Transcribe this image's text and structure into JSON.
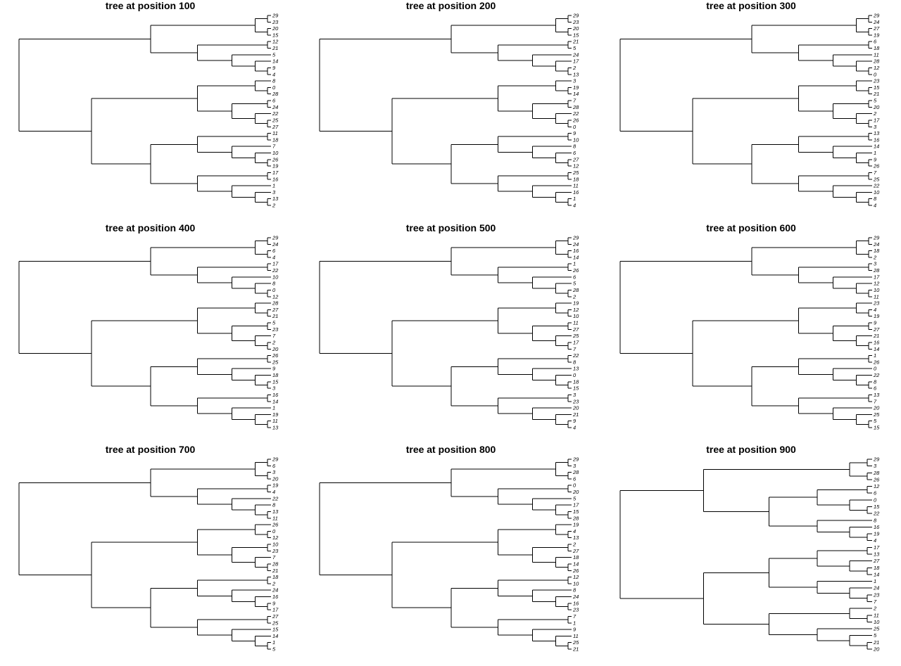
{
  "panels": [
    {
      "title": "tree at position  100",
      "tips": [
        "29",
        "23",
        "20",
        "15",
        "12",
        "21",
        "5",
        "14",
        "9",
        "4",
        "8",
        "0",
        "28",
        "6",
        "24",
        "22",
        "25",
        "27",
        "11",
        "18",
        "7",
        "10",
        "26",
        "19",
        "17",
        "16",
        "1",
        "3",
        "13",
        "2"
      ]
    },
    {
      "title": "tree at position  200",
      "tips": [
        "29",
        "23",
        "20",
        "15",
        "21",
        "5",
        "24",
        "17",
        "2",
        "13",
        "3",
        "19",
        "14",
        "7",
        "28",
        "22",
        "26",
        "0",
        "9",
        "10",
        "8",
        "6",
        "27",
        "12",
        "25",
        "18",
        "11",
        "16",
        "1",
        "4"
      ]
    },
    {
      "title": "tree at position  300",
      "tips": [
        "29",
        "24",
        "27",
        "19",
        "6",
        "18",
        "11",
        "28",
        "12",
        "0",
        "23",
        "15",
        "21",
        "5",
        "20",
        "2",
        "17",
        "3",
        "13",
        "16",
        "14",
        "1",
        "9",
        "26",
        "7",
        "25",
        "22",
        "10",
        "8",
        "4"
      ]
    },
    {
      "title": "tree at position  400",
      "tips": [
        "29",
        "24",
        "6",
        "4",
        "17",
        "22",
        "10",
        "8",
        "0",
        "12",
        "28",
        "27",
        "21",
        "5",
        "23",
        "7",
        "2",
        "20",
        "26",
        "25",
        "9",
        "18",
        "15",
        "3",
        "16",
        "14",
        "1",
        "19",
        "11",
        "13"
      ]
    },
    {
      "title": "tree at position  500",
      "tips": [
        "29",
        "24",
        "16",
        "14",
        "1",
        "26",
        "6",
        "5",
        "28",
        "2",
        "19",
        "12",
        "10",
        "11",
        "27",
        "25",
        "17",
        "7",
        "22",
        "8",
        "13",
        "0",
        "18",
        "15",
        "3",
        "23",
        "20",
        "21",
        "9",
        "4"
      ]
    },
    {
      "title": "tree at position  600",
      "tips": [
        "29",
        "24",
        "18",
        "2",
        "3",
        "28",
        "17",
        "12",
        "10",
        "11",
        "23",
        "4",
        "19",
        "9",
        "27",
        "21",
        "16",
        "14",
        "1",
        "26",
        "0",
        "22",
        "8",
        "6",
        "13",
        "7",
        "20",
        "25",
        "5",
        "15"
      ]
    },
    {
      "title": "tree at position  700",
      "tips": [
        "29",
        "6",
        "3",
        "20",
        "19",
        "4",
        "22",
        "8",
        "13",
        "11",
        "26",
        "0",
        "12",
        "10",
        "23",
        "7",
        "28",
        "21",
        "18",
        "2",
        "24",
        "16",
        "9",
        "17",
        "27",
        "25",
        "15",
        "14",
        "1",
        "5"
      ]
    },
    {
      "title": "tree at position  800",
      "tips": [
        "29",
        "3",
        "28",
        "6",
        "0",
        "20",
        "5",
        "17",
        "15",
        "28",
        "19",
        "4",
        "13",
        "2",
        "27",
        "18",
        "14",
        "26",
        "12",
        "10",
        "8",
        "24",
        "16",
        "23",
        "7",
        "1",
        "9",
        "11",
        "25",
        "21"
      ]
    },
    {
      "title": "tree at position  900",
      "tips": [
        "29",
        "3",
        "28",
        "26",
        "12",
        "6",
        "0",
        "15",
        "22",
        "8",
        "16",
        "19",
        "4",
        "17",
        "13",
        "27",
        "18",
        "14",
        "1",
        "24",
        "23",
        "7",
        "2",
        "11",
        "10",
        "25",
        "5",
        "21",
        "20"
      ]
    }
  ]
}
